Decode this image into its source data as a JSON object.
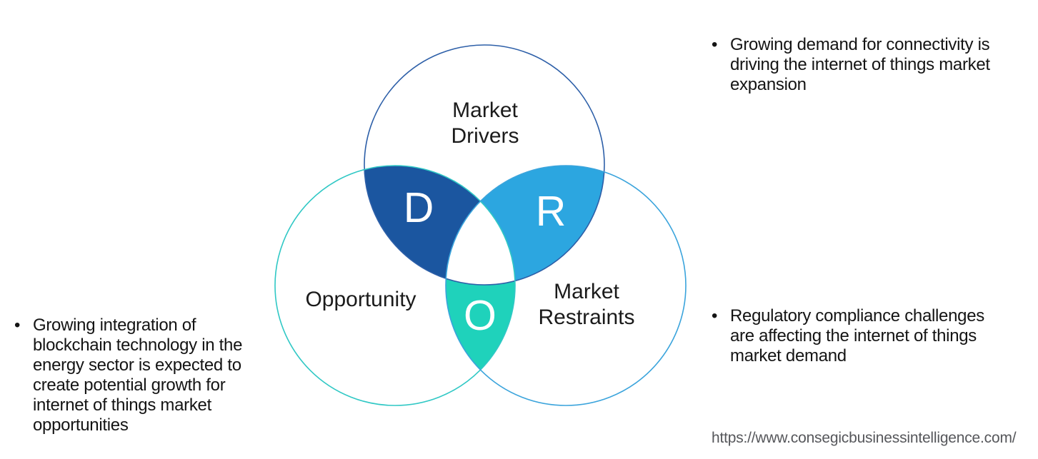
{
  "venn": {
    "center_fill": "#ffffff",
    "circles": {
      "drivers": {
        "label_line1": "Market",
        "label_line2": "Drivers",
        "stroke": "#2d5fa8"
      },
      "opportunity": {
        "label_line1": "Opportunity",
        "stroke": "#30c8c5"
      },
      "restraints": {
        "label_line1": "Market",
        "label_line2": "Restraints",
        "stroke": "#3ba4dc"
      }
    },
    "overlaps": {
      "drivers_opportunity": {
        "letter": "D",
        "fill": "#1b56a0"
      },
      "drivers_restraints": {
        "letter": "R",
        "fill": "#2ca6e0"
      },
      "opportunity_restraints": {
        "letter": "O",
        "fill": "#1fd2bb"
      }
    }
  },
  "bullets": {
    "marker": "•",
    "driver": {
      "text": "Growing demand for connectivity is\ndriving the internet of things market\nexpansion"
    },
    "opportunity": {
      "text": "Growing integration of\nblockchain technology in the\nenergy sector is expected to\ncreate potential growth for\ninternet of things market\nopportunities"
    },
    "restraint": {
      "text": "Regulatory compliance challenges\nare affecting the internet of things\nmarket demand"
    }
  },
  "footer": {
    "url": "https://www.consegicbusinessintelligence.com/"
  }
}
